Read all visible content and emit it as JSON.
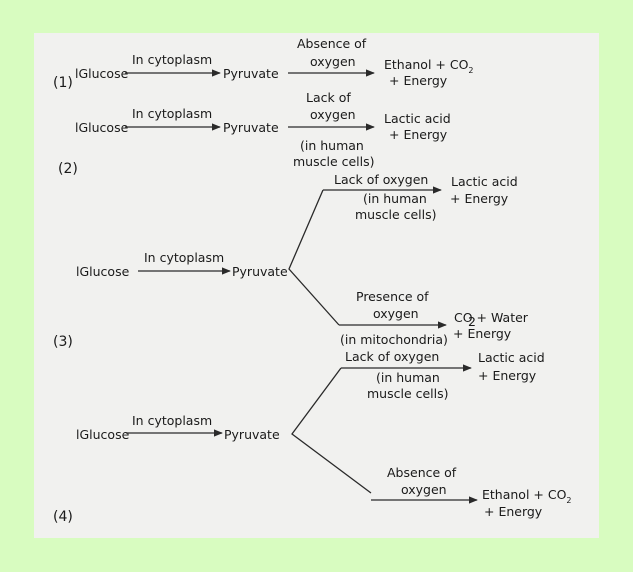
{
  "labels": {
    "n1": "(1)",
    "n2": "(2)",
    "n3": "(3)",
    "n4": "(4)"
  },
  "text": {
    "glucose": "lGlucose",
    "in_cytoplasm": "In cytoplasm",
    "pyruvate": "Pyruvate",
    "absence_of": "Absence of",
    "oxygen": "oxygen",
    "lack_of": "Lack of",
    "lack_of_oxygen": "Lack of oxygen",
    "presence_of": "Presence of",
    "in_human": "(in human",
    "muscle_cells": "muscle cells)",
    "in_mitochondria": "(in mitochondria)",
    "ethanol_co2": "Ethanol + CO",
    "co2_sub": "2",
    "plus_energy": "+ Energy",
    "lactic_acid": "Lactic acid",
    "co2_water": "CO  + Water",
    "co2_water_sub": "2"
  }
}
